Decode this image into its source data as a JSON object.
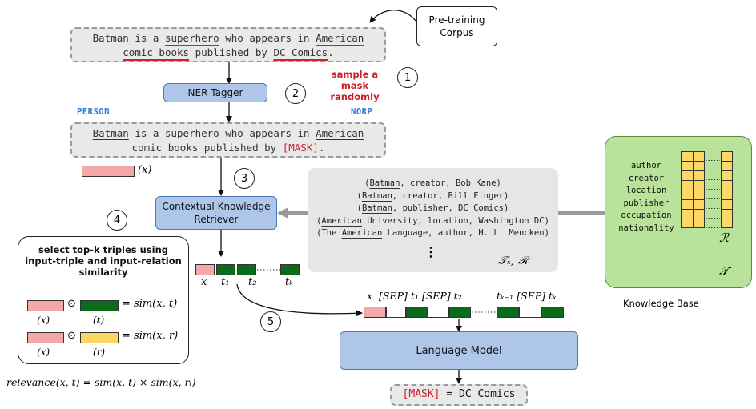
{
  "corpus": {
    "label_line1": "Pre-training",
    "label_line2": "Corpus"
  },
  "sentence1": {
    "p1": "Batman is a ",
    "w_superhero": "superhero",
    "p2": " who appears in ",
    "w_american": "American",
    "w_comic_books": "comic books",
    "p3": " published by ",
    "w_dc": "DC Comics",
    "p4": "."
  },
  "sample_mask": {
    "line1": "sample a mask",
    "line2": "randomly"
  },
  "steps": {
    "s1": "1",
    "s2": "2",
    "s3": "3",
    "s4": "4",
    "s5": "5"
  },
  "ner_tagger": "NER Tagger",
  "tags": {
    "person": "PERSON",
    "norp": "NORP"
  },
  "sentence2": {
    "w_batman": "Batman",
    "p1": " is a superhero who appears in ",
    "w_american": "American",
    "p2": "comic books published by ",
    "mask": "[MASK]",
    "p3": "."
  },
  "x_label": "(x)",
  "retriever": {
    "line1": "Contextual Knowledge",
    "line2": "Retriever"
  },
  "triples": {
    "t1_a": "(",
    "t1_u": "Batman",
    "t1_b": ", creator, Bob Kane)",
    "t2_a": "(",
    "t2_u": "Batman",
    "t2_b": ", creator, Bill Finger)",
    "t3_a": "(",
    "t3_u": "Batman",
    "t3_b": ", publisher, DC Comics)",
    "t4_a": "(",
    "t4_u": "American",
    "t4_b": " University, location, Washington DC)",
    "t5_a": "(The ",
    "t5_u": "American",
    "t5_b": " Language, author, H. L. Mencken)",
    "dots": "⋮",
    "set_label": "𝒯ₓ, ℛ"
  },
  "kb": {
    "relations": [
      "author",
      "creator",
      "location",
      "publisher",
      "occupation",
      "nationality"
    ],
    "r_symbol": "ℛ",
    "t_symbol": "𝒯",
    "label": "Knowledge Base"
  },
  "selection": {
    "title_line1": "select top-k triples using",
    "title_line2": "input-triple and input-relation",
    "title_line3": "similarity",
    "op": "⊙",
    "eq1": "= sim(x, t)",
    "eq2": "= sim(x, r)",
    "lbl_x": "(x)",
    "lbl_t": "(t)",
    "lbl_r": "(r)"
  },
  "relevance": "relevance(x, t) = sim(x, t) × sim(x, rₜ)",
  "retrieved_labels": {
    "x": "x",
    "t1": "t₁",
    "t2": "t₂",
    "tk": "tₖ",
    "dots": "·········"
  },
  "lm_input_labels": {
    "left": "x  [SEP] t₁ [SEP] t₂",
    "right": "tₖ₋₁ [SEP] tₖ"
  },
  "language_model": "Language Model",
  "output": {
    "mask": "[MASK]",
    "rest": " = DC Comics"
  },
  "colors": {
    "mask_red": "#d0202a",
    "tag_blue": "#2a7bd6",
    "green_cell": "#0c6b1a",
    "pink_cell": "#f4a9a8",
    "yellow_cell": "#fdd867",
    "kb_green": "#b9e39a"
  }
}
